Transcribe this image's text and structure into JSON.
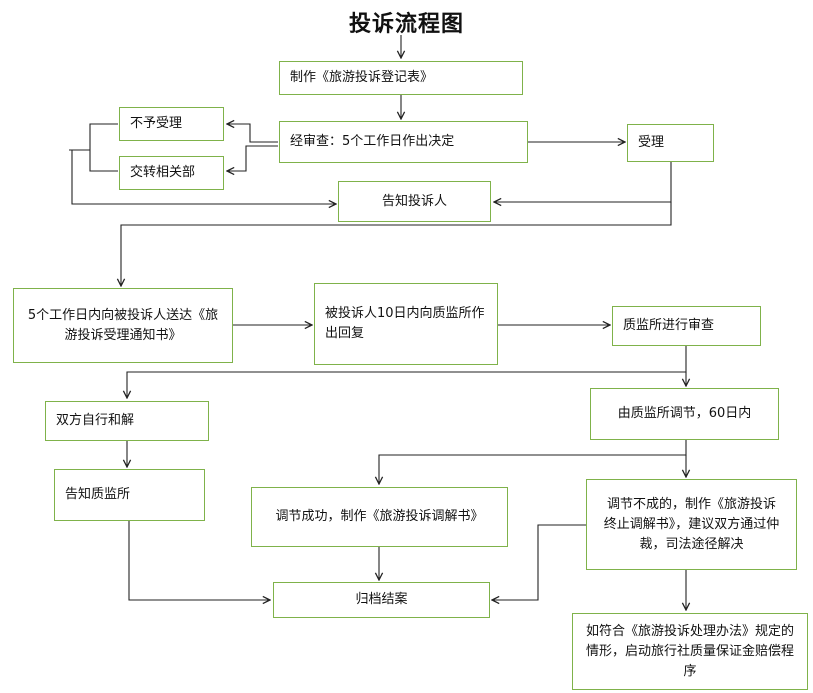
{
  "title": "投诉流程图",
  "colors": {
    "box_border": "#7fb24a",
    "line": "#222222"
  },
  "nodes": {
    "register": "制作《旅游投诉登记表》",
    "reject": "不予受理",
    "transfer": "交转相关部",
    "review": "经审查：5个工作日作出决定",
    "accept": "受理",
    "notify_complainant": "告知投诉人",
    "deliver_notice": "5个工作日内向被投诉人送达《旅游投诉受理通知书》",
    "respondent_reply": "被投诉人10日内向质监所作出回复",
    "qsi_review": "质监所进行审查",
    "self_settle": "双方自行和解",
    "qsi_mediate": "由质监所调节，60日内",
    "notify_qsi": "告知质监所",
    "mediation_success": "调节成功，制作《旅游投诉调解书》",
    "mediation_fail": "调节不成的，制作《旅游投诉终止调解书》，建议双方通过仲裁，司法途径解决",
    "close_case": "归档结案",
    "guarantee": "如符合《旅游投诉处理办法》规定的情形，启动旅行社质量保证金赔偿程序"
  }
}
